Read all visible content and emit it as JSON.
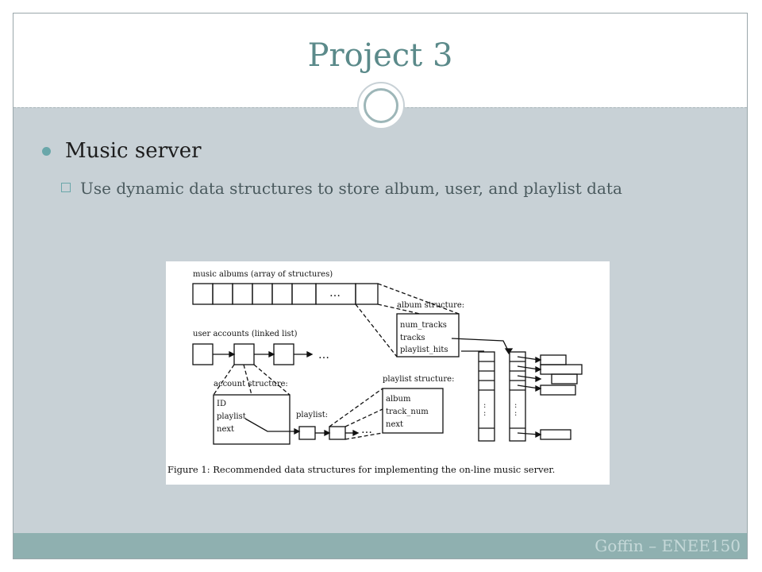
{
  "title": "Project 3",
  "bullets": {
    "main": "Music server",
    "sub": "Use dynamic data structures to store album, user, and playlist data"
  },
  "figure": {
    "labels": {
      "albums": "music albums (array of structures)",
      "users": "user accounts (linked list)",
      "album_structure": "album structure:",
      "account_structure": "account structure:",
      "playlist": "playlist:",
      "playlist_structure": "playlist structure:"
    },
    "album_fields": [
      "num_tracks",
      "tracks",
      "playlist_hits"
    ],
    "account_fields": [
      "ID",
      "playlist",
      "next"
    ],
    "playlist_fields": [
      "album",
      "track_num",
      "next"
    ],
    "ellipsis": "…",
    "caption": "Figure 1: Recommended data structures for implementing the on-line music server."
  },
  "footer": "Goffin – ENEE150",
  "colors": {
    "title": "#5b8a8a",
    "content_bg": "#c8d1d6",
    "footer_bg": "#8fb0b0",
    "bullet": "#6aa7aa"
  }
}
